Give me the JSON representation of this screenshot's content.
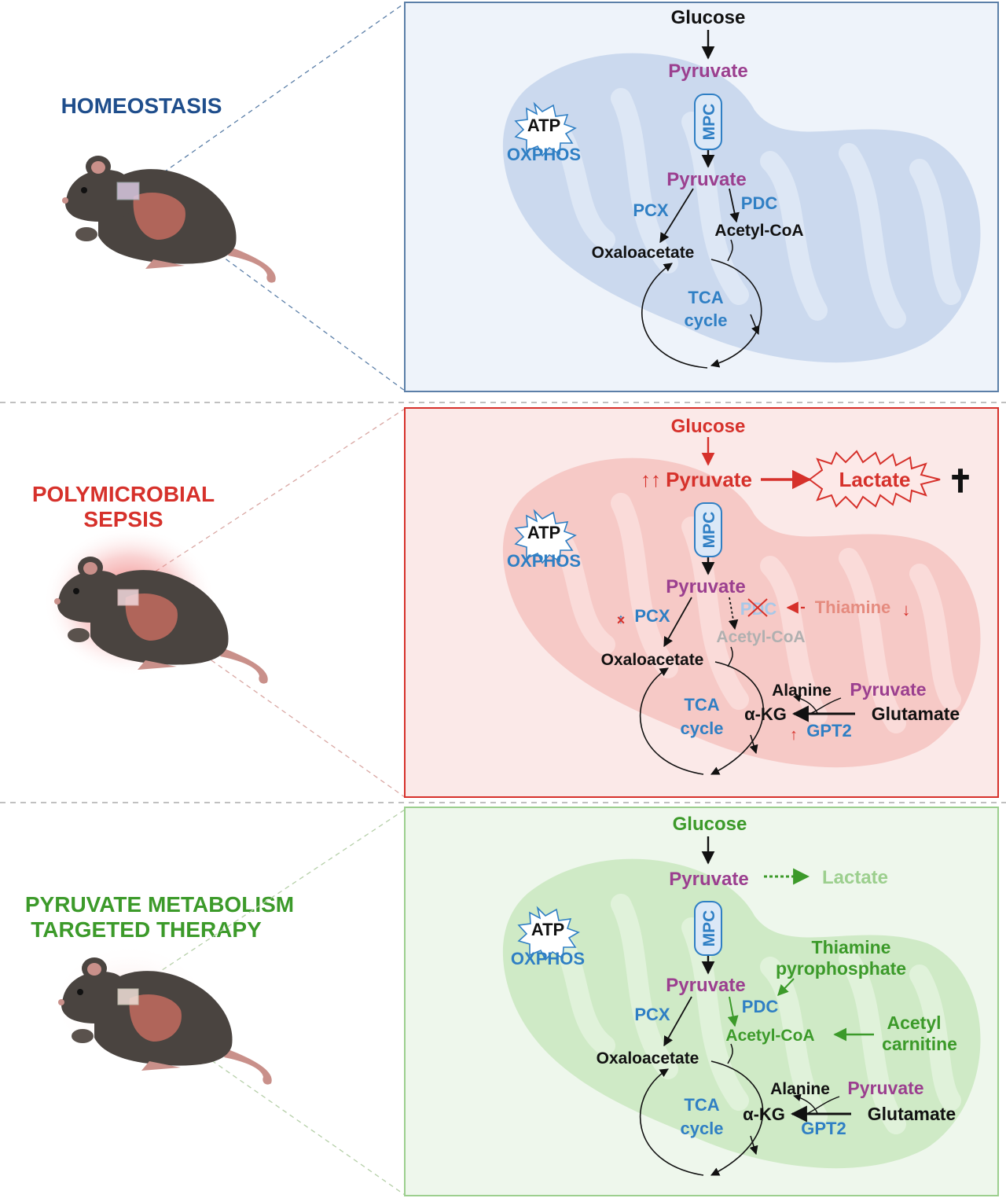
{
  "colors": {
    "homeostasis": "#1f4e8c",
    "sepsis": "#d6312b",
    "therapy": "#3c9a2a",
    "enzyme": "#2f7fc4",
    "pyruvate": "#9b3f8f",
    "metabolite": "#111111",
    "faded_gray": "#b0b0b0",
    "faded_red": "#e58b7f",
    "faded_green": "#9ccf8e"
  },
  "panels": [
    {
      "key": "homeostasis",
      "title_lines": [
        "HOMEOSTASIS"
      ],
      "labels": {
        "glucose": "Glucose",
        "pyruvate_top": "Pyruvate",
        "mpc": "MPC",
        "atp": "ATP",
        "oxphos": "OXPHOS",
        "pyruvate_mid": "Pyruvate",
        "pcx": "PCX",
        "pdc": "PDC",
        "acetyl_coa": "Acetyl-CoA",
        "oxaloacetate": "Oxaloacetate",
        "tca_line1": "TCA",
        "tca_line2": "cycle"
      }
    },
    {
      "key": "sepsis",
      "title_lines": [
        "POLYMICROBIAL",
        "SEPSIS"
      ],
      "labels": {
        "glucose": "Glucose",
        "pyruvate_up_arrows": "↑↑",
        "pyruvate_top": "Pyruvate",
        "lactate": "Lactate",
        "death_cross": "✝",
        "mpc": "MPC",
        "atp": "ATP",
        "oxphos": "OXPHOS",
        "pyruvate_mid": "Pyruvate",
        "pcx": "PCX",
        "pdc": "PDC",
        "thiamine": "Thiamine",
        "thiamine_down": "↓",
        "acetyl_coa": "Acetyl-CoA",
        "oxaloacetate": "Oxaloacetate",
        "alanine": "Alanine",
        "pyruvate_right": "Pyruvate",
        "akg": "α-KG",
        "glutamate": "Glutamate",
        "gpt2": "GPT2",
        "gpt2_up": "↑",
        "tca_line1": "TCA",
        "tca_line2": "cycle"
      }
    },
    {
      "key": "therapy",
      "title_lines": [
        "PYRUVATE METABOLISM",
        "TARGETED THERAPY"
      ],
      "labels": {
        "glucose": "Glucose",
        "pyruvate_top": "Pyruvate",
        "lactate": "Lactate",
        "mpc": "MPC",
        "atp": "ATP",
        "oxphos": "OXPHOS",
        "pyruvate_mid": "Pyruvate",
        "pcx": "PCX",
        "pdc": "PDC",
        "tpp_line1": "Thiamine",
        "tpp_line2": "pyrophosphate",
        "acetyl_coa": "Acetyl-CoA",
        "acetylcarnitine_line1": "Acetyl",
        "acetylcarnitine_line2": "carnitine",
        "oxaloacetate": "Oxaloacetate",
        "alanine": "Alanine",
        "pyruvate_right": "Pyruvate",
        "akg": "α-KG",
        "glutamate": "Glutamate",
        "gpt2": "GPT2",
        "tca_line1": "TCA",
        "tca_line2": "cycle"
      }
    }
  ]
}
